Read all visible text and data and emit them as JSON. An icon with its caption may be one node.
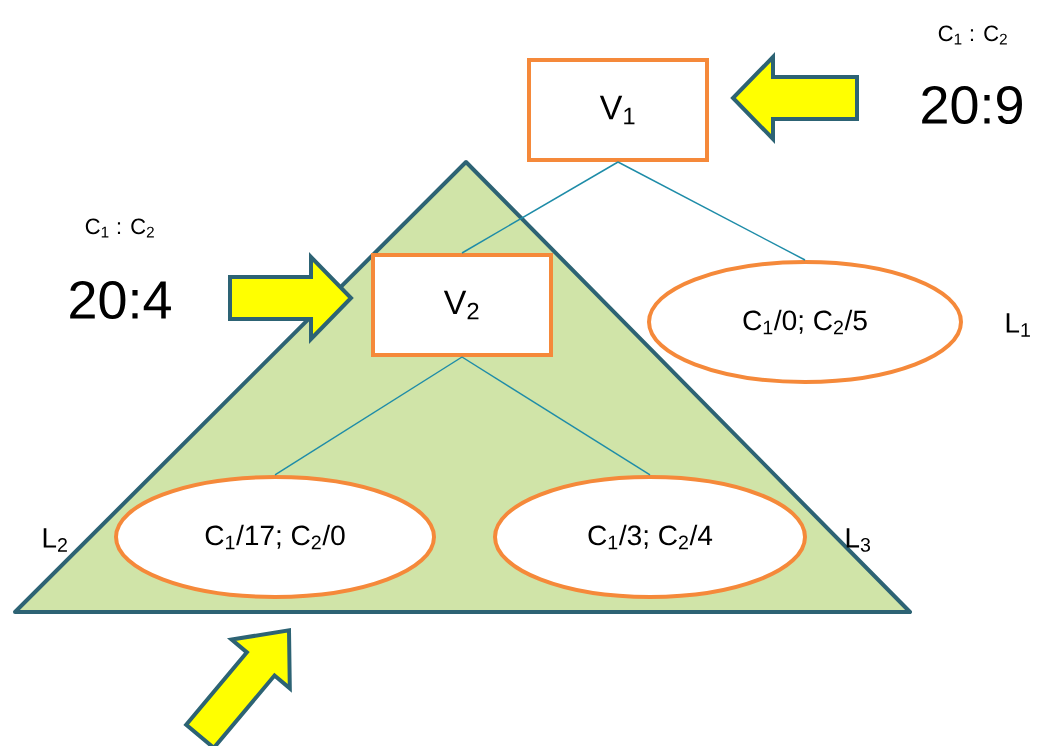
{
  "diagram": {
    "nodes": [
      {
        "text": [
          "V$_{1}$"
        ]
      },
      {
        "text": [],
        "shape": "triangle"
      },
      {
        "text": [
          "V$_{2}$"
        ],
        "in": 1
      },
      {
        "text": [
          "C$_{1}$/0; C$_{2}$/5"
        ],
        "beside": [
          "L$_{1}$"
        ]
      },
      {
        "text": [
          "C$_{1}$/17; C$_{2}$/0"
        ],
        "in": 1,
        "beside": [
          "L$_{2}$"
        ]
      },
      {
        "text": [
          "C$_{1}$/3; C$_{2}$/4"
        ],
        "in": 1,
        "beside": [
          "L$_{3}$"
        ]
      }
    ],
    "edges": [
      {
        "from": 0,
        "to": 2,
        "arrow": "none"
      },
      {
        "from": 0,
        "to": 3,
        "arrow": "none"
      },
      {
        "from": 2,
        "to": 4,
        "arrow": "none"
      },
      {
        "from": 2,
        "to": 5,
        "arrow": "none"
      },
      {
        "from": null,
        "to": 0,
        "arrow": "to",
        "style": "thick",
        "color": "#ffff00"
      },
      {
        "from": null,
        "to": 2,
        "arrow": "to",
        "style": "thick",
        "color": "#ffff00"
      },
      {
        "from": null,
        "to": 1,
        "arrow": "to",
        "style": "thick",
        "color": "#ffff00"
      }
    ],
    "labels": [
      "C$_{1}$ : C$_{2}$",
      "20:9",
      "C$_{1}$ : C$_{2}$",
      "20:4"
    ]
  }
}
